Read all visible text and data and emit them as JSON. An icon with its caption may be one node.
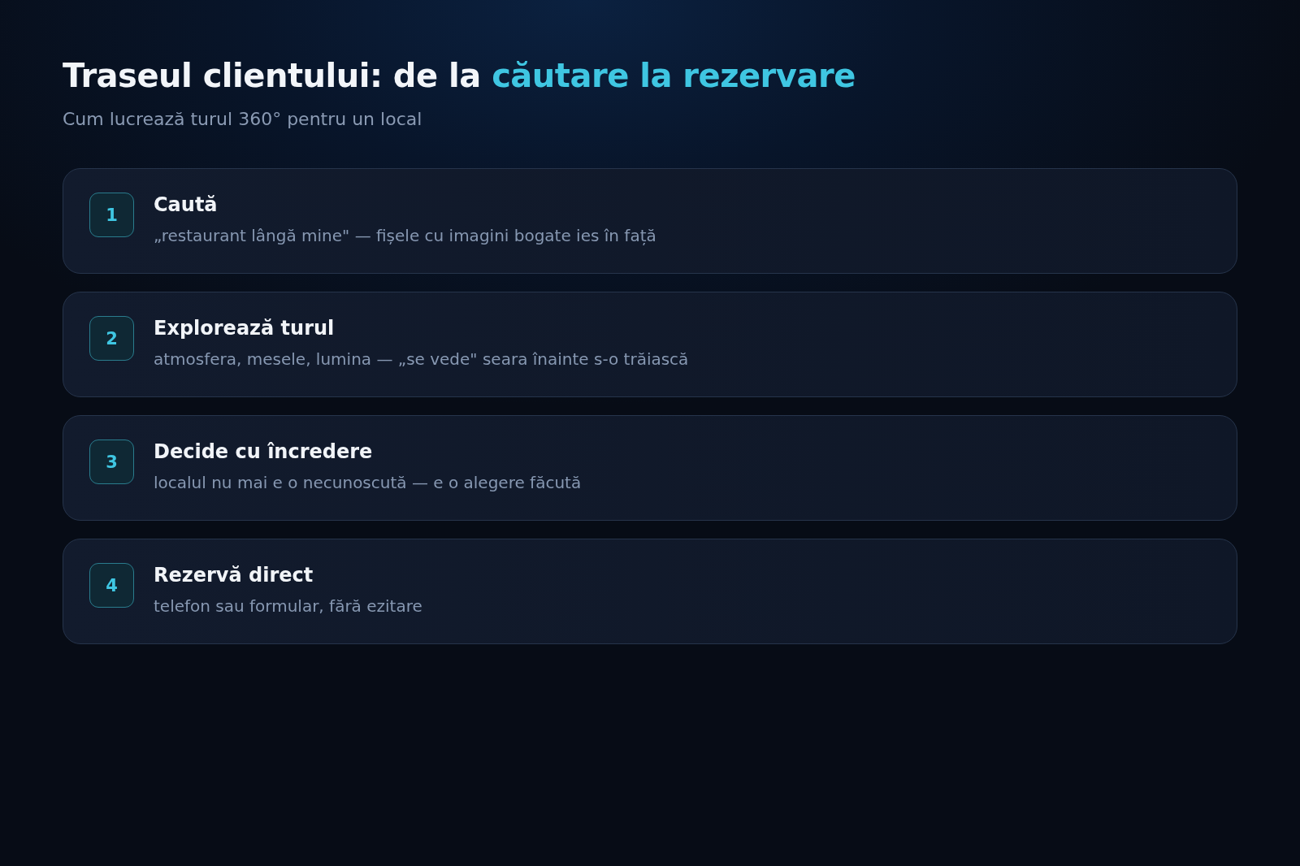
{
  "diagram": {
    "title": "Traseul clientului: de la **căutare la rezervare**",
    "nodes": [
      {
        "text": [
          "Caută",
          "„restaurant lângă mine\" — fișele cu imagini bogate ies în față"
        ]
      },
      {
        "text": [
          "1"
        ],
        "in": 0
      },
      {
        "text": [
          "Explorează turul",
          "atmosfera, mesele, lumina — „se vede\" seara înainte s-o trăiască"
        ]
      },
      {
        "text": [
          "2"
        ],
        "in": 2
      },
      {
        "text": [
          "Decide cu încredere",
          "localul nu mai e o necunoscută — e o alegere făcută"
        ]
      },
      {
        "text": [
          "3"
        ],
        "in": 4
      },
      {
        "text": [
          "Rezervă direct",
          "telefon sau formular, fără ezitare"
        ]
      },
      {
        "text": [
          "4"
        ],
        "in": 6
      }
    ],
    "labels": [
      "Cum lucrează turul 360° pentru un local"
    ]
  }
}
